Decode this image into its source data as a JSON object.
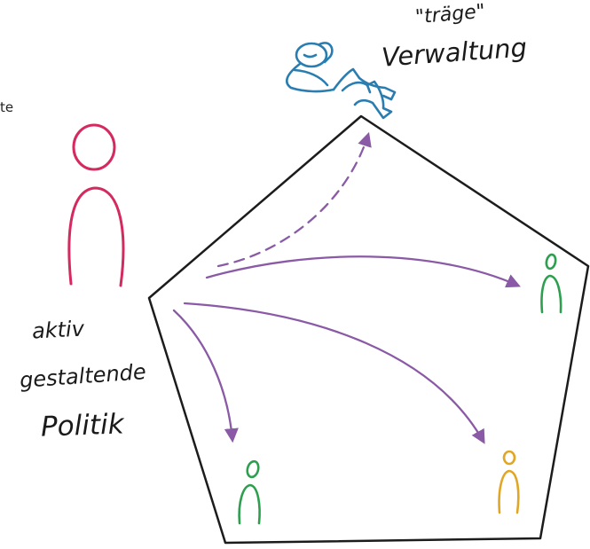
{
  "labels": {
    "cut_text": "te",
    "traege": "\"träge\"",
    "verwaltung": "Verwaltung",
    "aktiv": "aktiv",
    "gestaltende": "gestaltende",
    "politik": "Politik"
  },
  "colors": {
    "pentagon": "#1c1c1c",
    "arrows": "#8a5aa6",
    "politician": "#d42a5f",
    "administration": "#2a7db0",
    "citizen_green": "#2e9e4f",
    "citizen_yellow": "#e0a625",
    "text": "#1a1a1a"
  }
}
